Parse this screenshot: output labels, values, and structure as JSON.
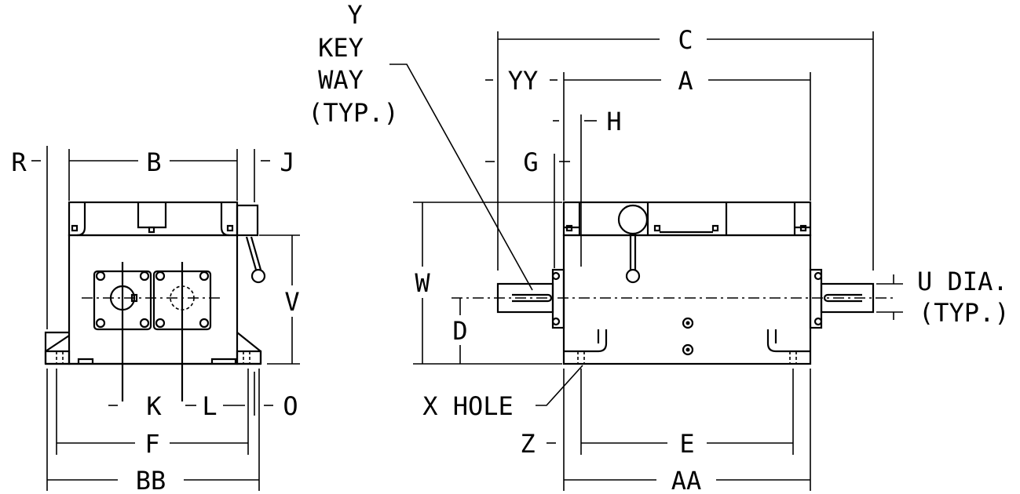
{
  "labels": {
    "c": "C",
    "yy": "YY",
    "a": "A",
    "h": "H",
    "g": "G",
    "y": "Y",
    "key": "KEY",
    "way": "WAY",
    "typ1": "(TYP.)",
    "r": "R",
    "b": "B",
    "j": "J",
    "v": "V",
    "w": "W",
    "d": "D",
    "u_dia": "U DIA.",
    "typ2": "(TYP.)",
    "k": "K",
    "l": "L",
    "o": "O",
    "x_hole": "X HOLE",
    "f": "F",
    "bb": "BB",
    "z": "Z",
    "e": "E",
    "aa": "AA"
  }
}
